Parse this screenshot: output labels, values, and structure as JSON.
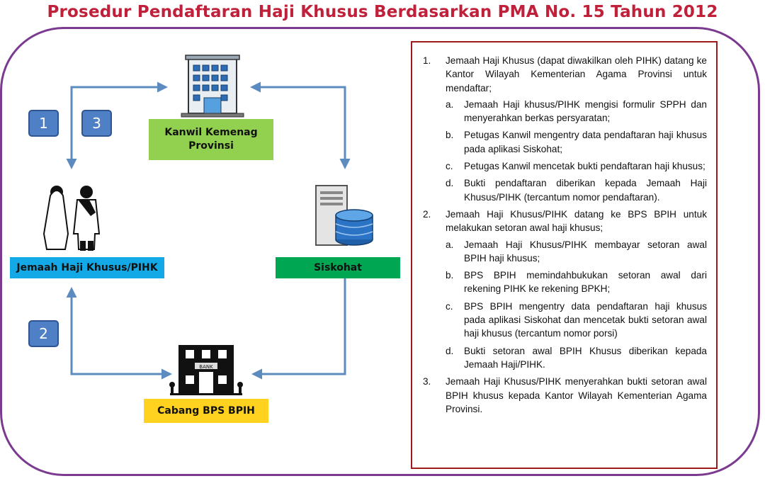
{
  "title": "Prosedur Pendaftaran Haji Khusus Berdasarkan PMA No. 15 Tahun 2012",
  "nodes": {
    "kanwil": "Kanwil Kemenag Provinsi",
    "jemaah": "Jemaah Haji Khusus/PIHK",
    "siskohat": "Siskohat",
    "bps": "Cabang BPS BPIH",
    "bank_sign": "BANK"
  },
  "steps": {
    "s1": "1",
    "s2": "2",
    "s3": "3"
  },
  "colors": {
    "title": "#c0203a",
    "frame": "#7b3a8f",
    "arrow": "#5b8bbf",
    "kanwil": "#92d050",
    "jemaah": "#13a9e6",
    "siskohat": "#00a651",
    "bps": "#ffd21f",
    "badge": "#4f7fc4",
    "panel_border": "#9b1b1b"
  },
  "procedure": [
    {
      "num": "1.",
      "text": "Jemaah Haji Khusus (dapat diwakilkan oleh PIHK) datang ke Kantor Wilayah Kementerian Agama Provinsi untuk mendaftar;",
      "subs": [
        {
          "letter": "a.",
          "text": "Jemaah Haji khusus/PIHK mengisi formulir SPPH dan menyerahkan berkas persyaratan;"
        },
        {
          "letter": "b.",
          "text": "Petugas Kanwil mengentry data pendaftaran haji khusus pada aplikasi Siskohat;"
        },
        {
          "letter": "c.",
          "text": "Petugas Kanwil mencetak bukti pendaftaran haji khusus;"
        },
        {
          "letter": "d.",
          "text": "Bukti pendaftaran diberikan kepada Jemaah Haji Khusus/PIHK (tercantum nomor pendaftaran)."
        }
      ]
    },
    {
      "num": "2.",
      "text": "Jemaah Haji Khusus/PIHK datang ke BPS BPIH untuk melakukan setoran awal haji khusus;",
      "subs": [
        {
          "letter": "a.",
          "text": "Jemaah Haji Khusus/PIHK membayar setoran awal BPIH haji khusus;"
        },
        {
          "letter": "b.",
          "text": "BPS BPIH memindahbukukan setoran awal dari rekening PIHK ke rekening BPKH;"
        },
        {
          "letter": "c.",
          "text": "BPS BPIH mengentry data pendaftaran haji khusus pada aplikasi Siskohat dan mencetak bukti setoran awal haji khusus (tercantum nomor porsi)"
        },
        {
          "letter": "d.",
          "text": "Bukti setoran awal BPIH Khusus diberikan kepada Jemaah Haji/PIHK."
        }
      ]
    },
    {
      "num": "3.",
      "text": "Jemaah Haji Khusus/PIHK menyerahkan bukti setoran awal BPIH khusus kepada Kantor Wilayah Kementerian Agama Provinsi.",
      "subs": []
    }
  ]
}
